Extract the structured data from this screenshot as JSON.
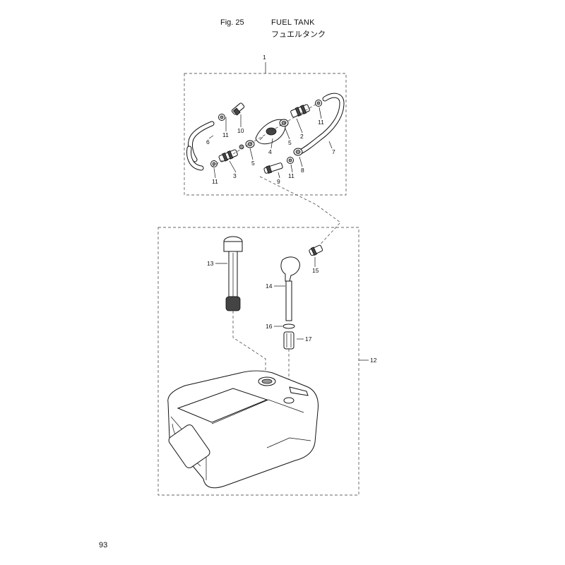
{
  "header": {
    "fig_label": "Fig. 25",
    "title": "FUEL TANK",
    "subtitle": "フュエルタンク"
  },
  "callouts": {
    "c1": "1",
    "c2": "2",
    "c3": "3",
    "c4": "4",
    "c5a": "5",
    "c5b": "5",
    "c6": "6",
    "c7": "7",
    "c8": "8",
    "c9": "9",
    "c10": "10",
    "c11a": "11",
    "c11b": "11",
    "c11c": "11",
    "c11d": "11",
    "c12": "12",
    "c13": "13",
    "c14": "14",
    "c15": "15",
    "c16": "16",
    "c17": "17"
  },
  "footer": {
    "page_number": "93"
  }
}
